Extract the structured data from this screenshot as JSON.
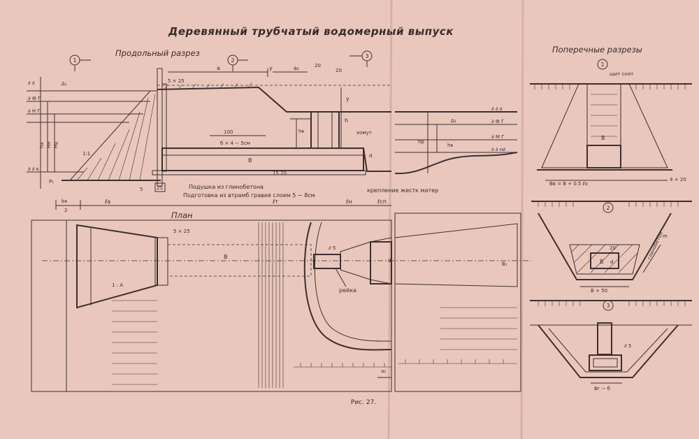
{
  "title": "Деревянный трубчатый водомерный выпуск",
  "caption": "Рис. 27.",
  "longitudinal": {
    "heading": "Продольный разрез",
    "section_marks": [
      "1",
      "2",
      "3"
    ],
    "levels_left": [
      "∂ ∂",
      "∂ Ф Г",
      "∂ Н Г",
      "∂ ∂ к"
    ],
    "levels_right": [
      "∂ ∂ ∂",
      "∂ Ф Г",
      "∂ М Г",
      "∂ ∂ н∂"
    ],
    "dims": {
      "d1": "Δ₁",
      "d2": "Δ₂",
      "a": "a",
      "a2": "a₂",
      "y": "y",
      "h": "h",
      "hk": "hк",
      "h_right": "hк",
      "hp": "hр",
      "five25": "5 × 25",
      "s20a": "20",
      "s20b": "20",
      "s100": "100",
      "b45": "б × 4 − 5см",
      "B": "B",
      "s1520": "15 20",
      "s25": "25",
      "s5": "5",
      "slope": "1:1",
      "ha": "hа",
      "hn": "Hн",
      "hp2": "Hр",
      "p1": "P₁",
      "bk": "bк",
      "two": "2",
      "la": "ℓa",
      "lt": "ℓт",
      "ln": "ℓн",
      "lcn": "ℓсп"
    },
    "notes": {
      "khomut": "хомут",
      "podushka": "Подушка из глинобетона",
      "podgotovka": "Подготовка из втрамб гравия слоем 5 − 8см",
      "kreplenie": "крепление жестк матер"
    }
  },
  "plan": {
    "heading": "План",
    "labels": {
      "five25": "5 × 25",
      "B": "B",
      "slope": "1 : A",
      "d5": "∂ 5",
      "B1": "B₁",
      "d": "d",
      "reika": "рейка",
      "a2": "a₂"
    }
  },
  "cross": {
    "heading": "Поперечные разрезы",
    "sec1": {
      "mark": "1",
      "note": "щит снят",
      "B": "B",
      "Bb": "Bв = B + 0.5 ℓo",
      "s420": "4 × 20"
    },
    "sec2": {
      "mark": "2",
      "note": "глинобетон",
      "m": "m",
      "B": "B",
      "d": "d",
      "s20": "20",
      "b50": "B + 50"
    },
    "sec3": {
      "mark": "3",
      "d5": "∂ 5",
      "bb": "Bг − б"
    }
  }
}
